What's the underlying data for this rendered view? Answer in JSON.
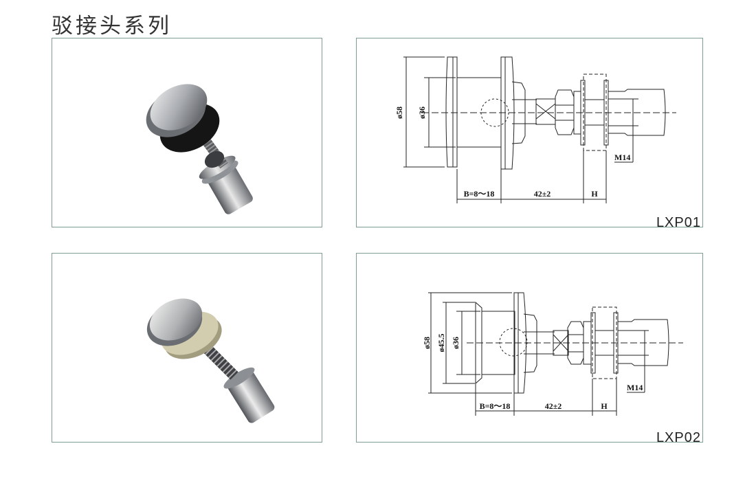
{
  "page": {
    "title": "驳接头系列"
  },
  "products": [
    {
      "model": "LXP01",
      "dims": {
        "outer_dia": "ø58",
        "inner_dia": "ø36",
        "thread": "M14",
        "b_range": "B=8～18",
        "length": "42±2",
        "h": "H"
      }
    },
    {
      "model": "LXP02",
      "dims": {
        "outer_dia": "ø58",
        "mid_dia": "ø45.5",
        "inner_dia": "ø36",
        "thread": "M14",
        "b_range": "B=8～18",
        "length": "42±2",
        "h": "H"
      }
    }
  ],
  "colors": {
    "border": "#7f9c94",
    "steel": "#b9bcc0",
    "washer1": "#1a1a1a",
    "washer2": "#c9c3a4"
  }
}
